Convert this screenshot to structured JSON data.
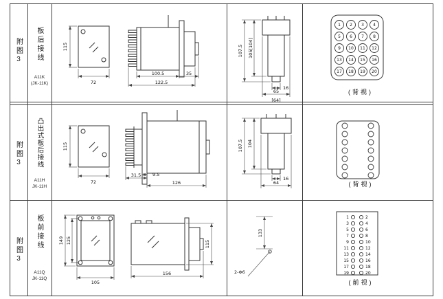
{
  "rows": [
    {
      "fig_label": "附图3",
      "wiring_label": "板后接线",
      "model_line1": "A11K",
      "model_line2": "(JK-11K)",
      "dims": {
        "front_height": "115",
        "front_width": "72",
        "side_body": "100.5",
        "side_overall": "122.5",
        "side_front": "35",
        "rear_outer_height": "107.5",
        "rear_inner_height": "105[104]",
        "rear_pin": "16",
        "rear_width": "65",
        "rear_width_alt": "[64]"
      },
      "terminal_view_label": "(背视)",
      "terminal_numbers": [
        "1",
        "2",
        "3",
        "4",
        "5",
        "6",
        "7",
        "8",
        "9",
        "10",
        "11",
        "12",
        "13",
        "14",
        "15",
        "16",
        "17",
        "18",
        "19",
        "20"
      ]
    },
    {
      "fig_label": "附图3",
      "wiring_label": "凸出式板后接线",
      "model_line1": "A11H",
      "model_line2": "JK-11H",
      "dims": {
        "front_height": "115",
        "front_width": "72",
        "side_terminal": "31.5",
        "side_plate": "9.5",
        "side_body": "126",
        "rear_outer_height": "107.5",
        "rear_inner_height": "104",
        "rear_pin": "16",
        "rear_width": "64"
      },
      "terminal_view_label": "(背视)"
    },
    {
      "fig_label": "附图3",
      "wiring_label": "板前接线",
      "model_line1": "A11Q",
      "model_line2": "JK-11Q",
      "dims": {
        "front_height": "149",
        "front_inner": "125",
        "front_width": "105",
        "side_length": "156",
        "side_height": "115",
        "panel_spacing": "133",
        "panel_holes": "2-Φ6"
      },
      "terminal_view_label": "(前视)",
      "terminal_left": [
        "1",
        "3",
        "5",
        "7",
        "9",
        "11",
        "13",
        "15",
        "17",
        "19"
      ],
      "terminal_right": [
        "2",
        "4",
        "6",
        "8",
        "10",
        "12",
        "14",
        "16",
        "18",
        "20"
      ]
    }
  ]
}
